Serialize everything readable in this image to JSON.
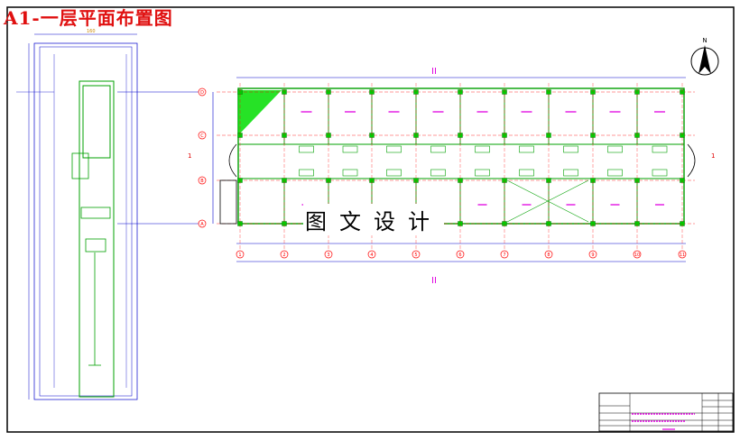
{
  "drawing": {
    "title": "A1-一层平面布置图",
    "watermark": "图文设计",
    "section_markers": {
      "top": "II",
      "bottom": "II",
      "left": "1",
      "right": "1"
    },
    "axes_rows": [
      "D",
      "C",
      "B",
      "A"
    ],
    "axes_cols": [
      "1",
      "2",
      "3",
      "4",
      "5",
      "6",
      "7",
      "8",
      "9",
      "10",
      "11"
    ],
    "colors": {
      "border": "#000000",
      "dim": "#0000cc",
      "wall": "#00a000",
      "column": "#00cc00",
      "room": "#e000e0",
      "label": "#cc8800",
      "axis": "#ff0000"
    }
  }
}
